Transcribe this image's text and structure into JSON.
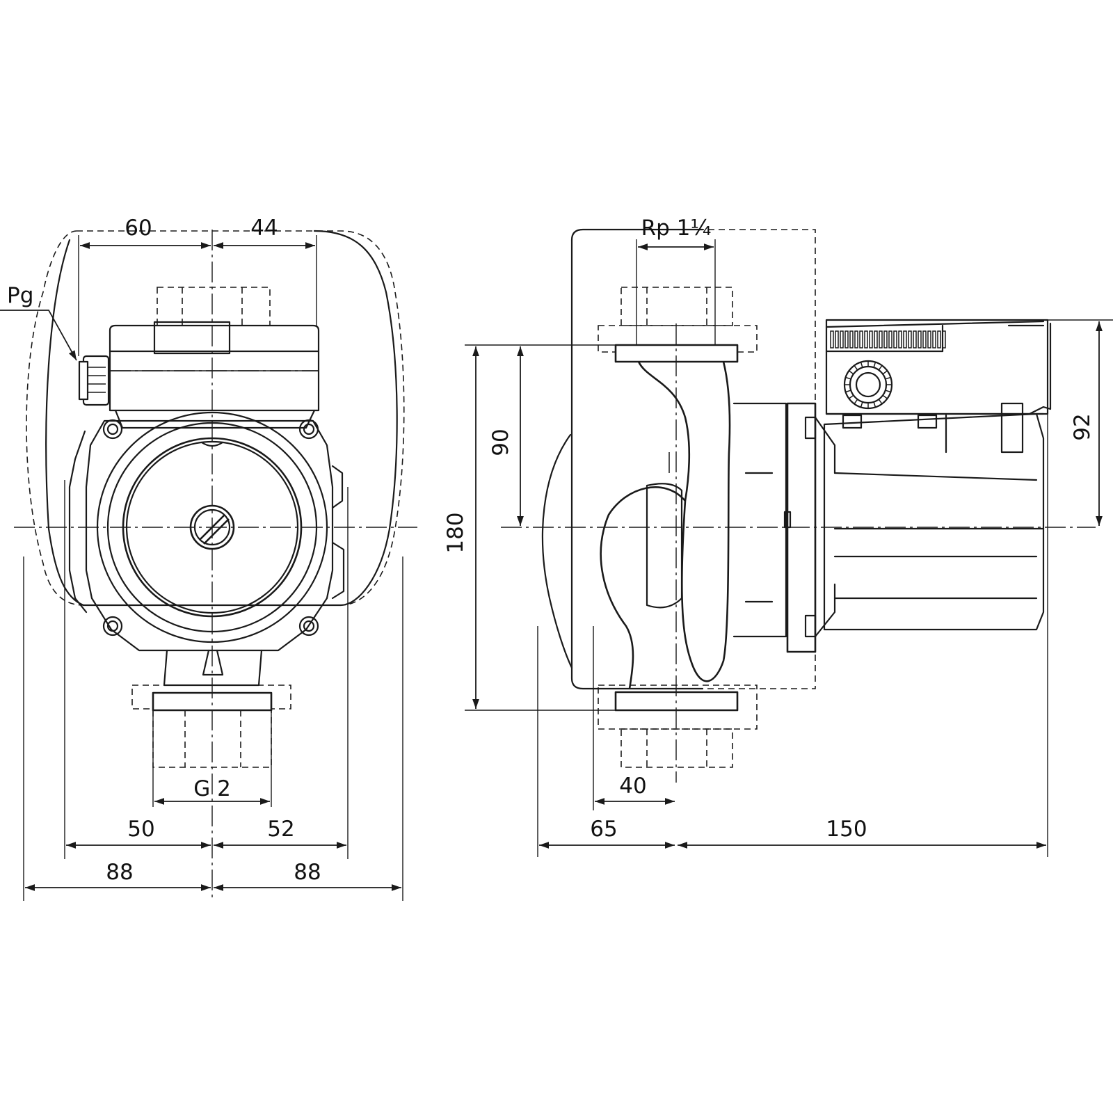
{
  "labels": {
    "pg": "Pg",
    "front_dim_60": "60",
    "front_dim_44": "44",
    "front_thread": "G 2",
    "front_dim_50": "50",
    "front_dim_52": "52",
    "front_dim_88_left": "88",
    "front_dim_88_right": "88",
    "side_thread": "Rp 1¼",
    "side_dim_90": "90",
    "side_dim_180": "180",
    "side_dim_92": "92",
    "side_dim_40": "40",
    "side_dim_65": "65",
    "side_dim_150": "150"
  }
}
